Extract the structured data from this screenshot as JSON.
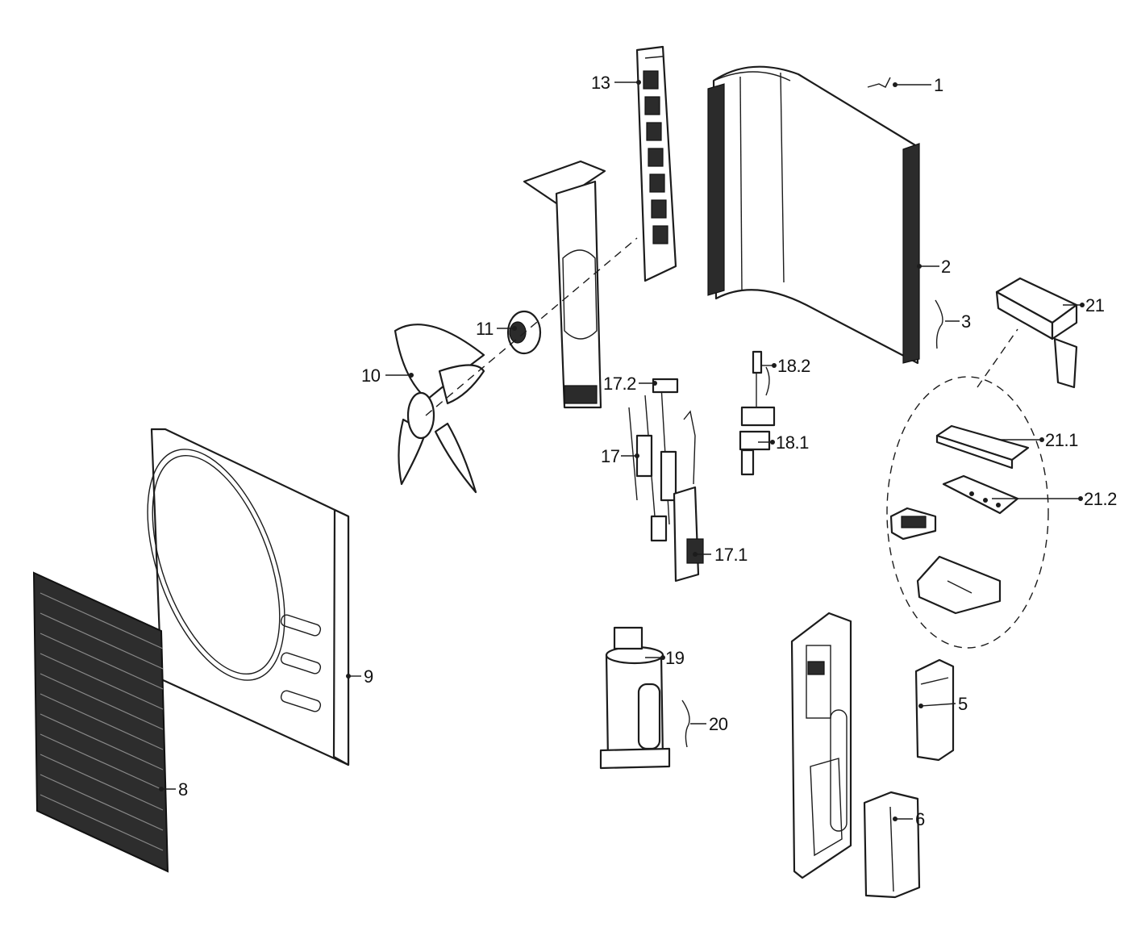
{
  "callouts": {
    "p1": "1",
    "p2": "2",
    "p3": "3",
    "p5": "5",
    "p6": "6",
    "p8": "8",
    "p9": "9",
    "p10": "10",
    "p11": "11",
    "p13": "13",
    "p17": "17",
    "p17_1": "17.1",
    "p17_2": "17.2",
    "p18_1": "18.1",
    "p18_2": "18.2",
    "p19": "19",
    "p20": "20",
    "p21": "21",
    "p21_1": "21.1",
    "p21_2": "21.2"
  }
}
